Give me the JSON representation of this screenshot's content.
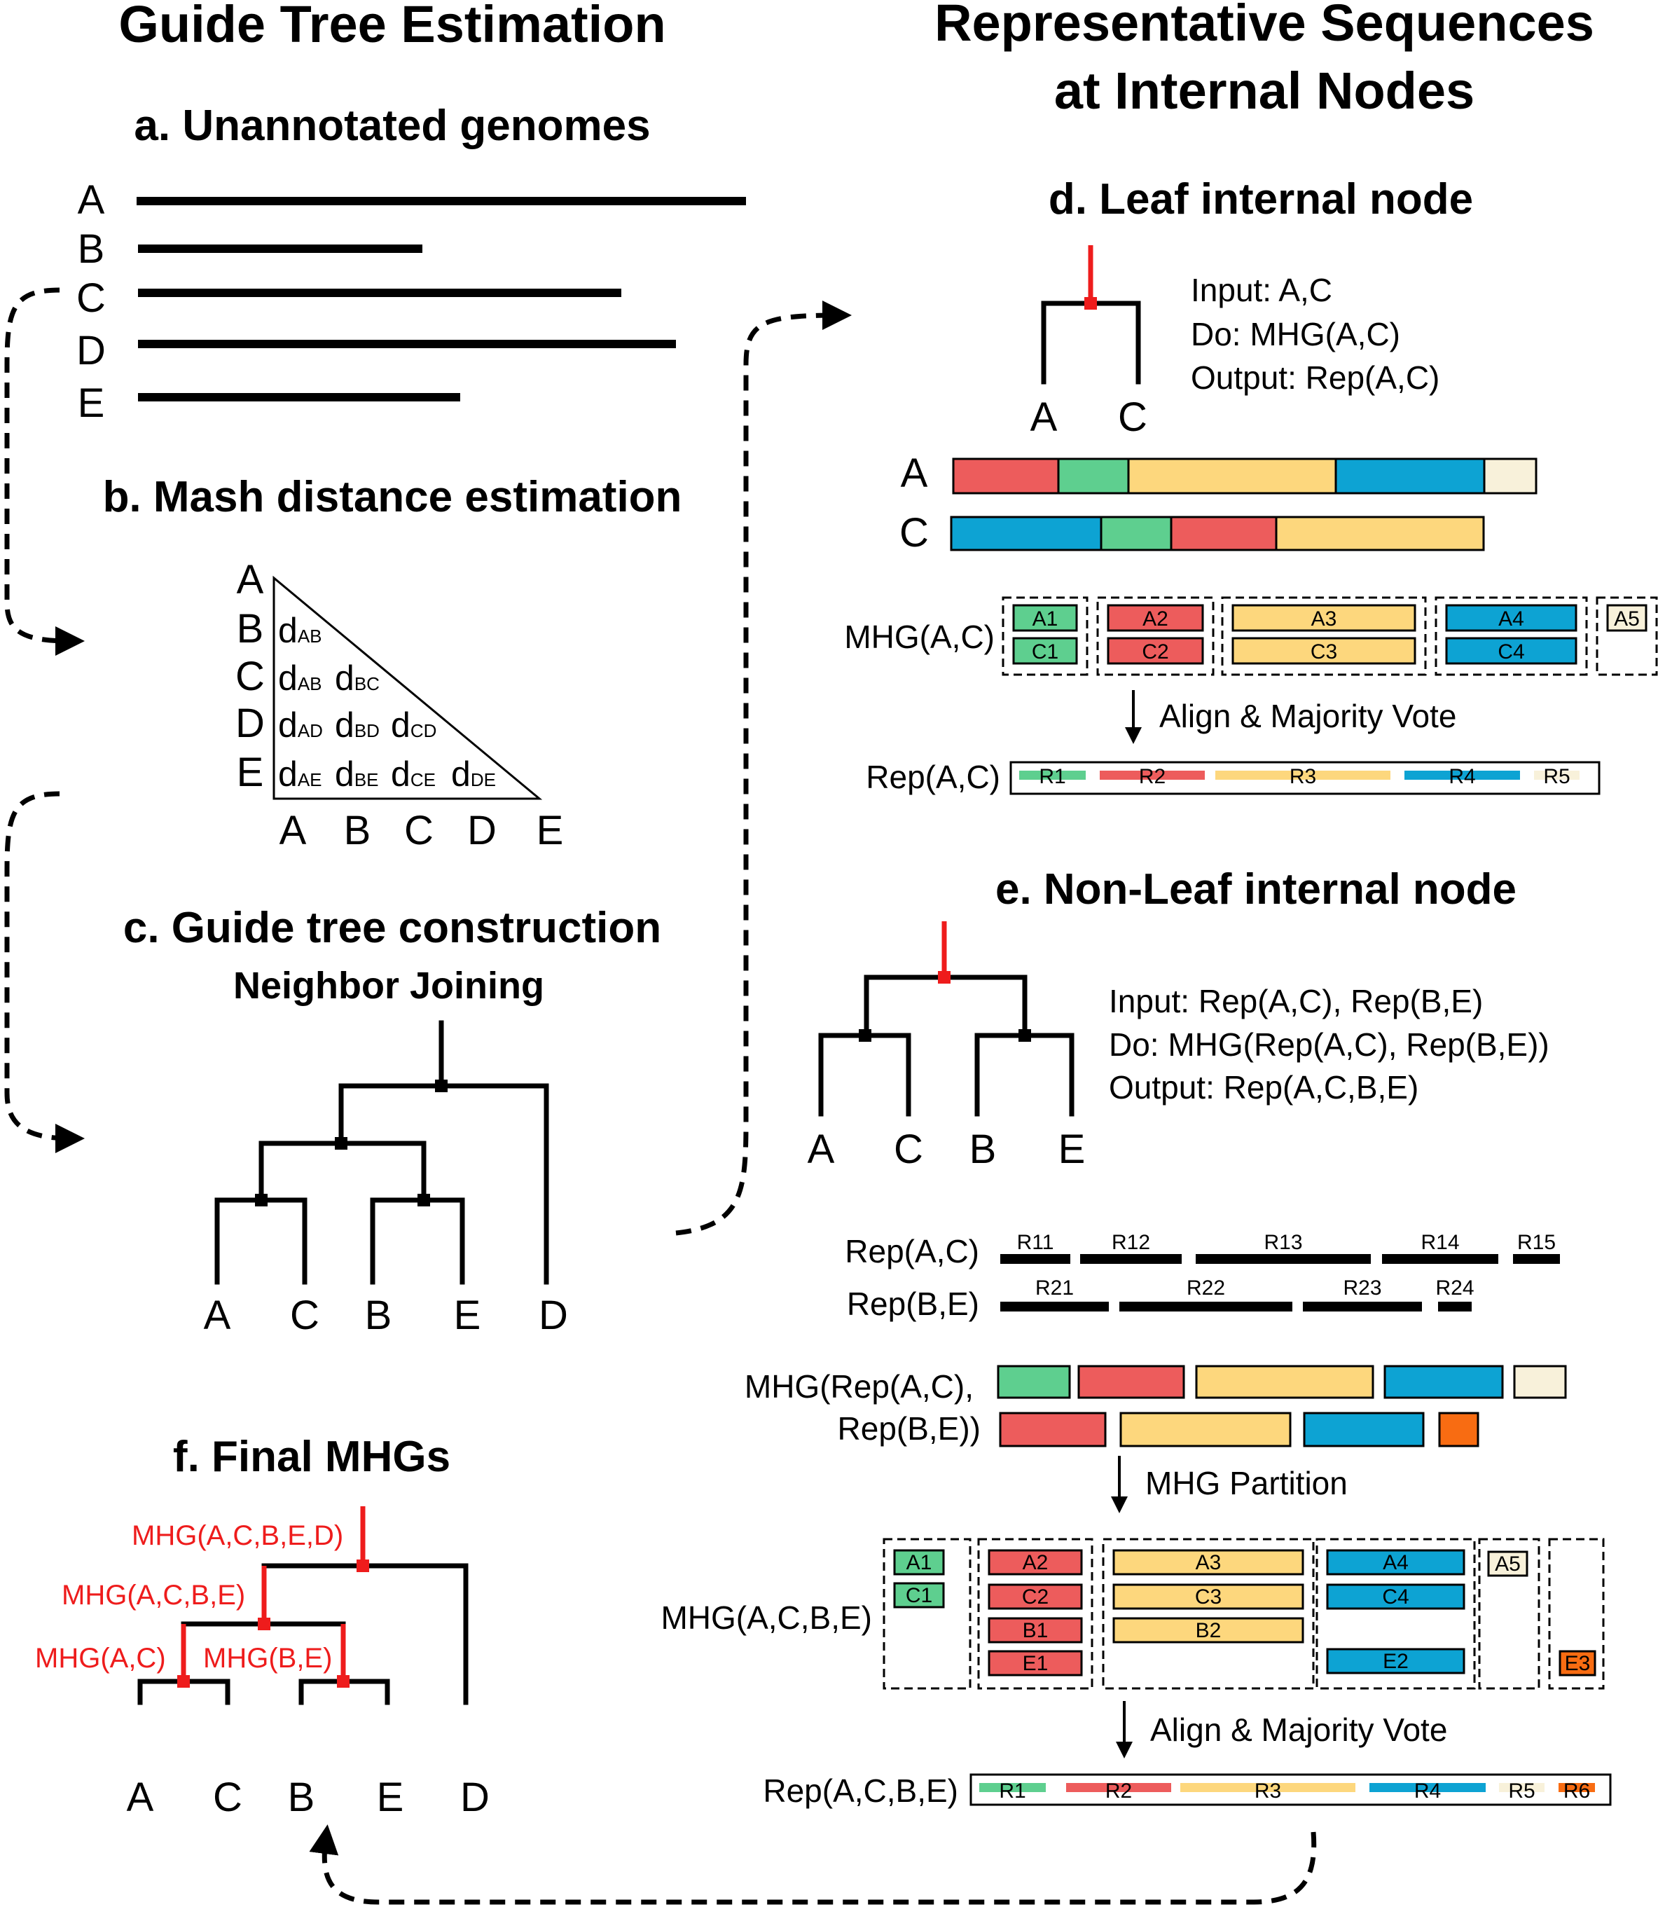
{
  "titles": {
    "left": "Guide Tree Estimation",
    "right_line1": "Representative Sequences",
    "right_line2": "at Internal Nodes"
  },
  "colors": {
    "green": "#5ecf8f",
    "red": "#ed5c5c",
    "yellow": "#fdd77d",
    "blue": "#0da3d3",
    "cream": "#f8f1da",
    "orange": "#f86c12",
    "highlight": "#ee1c1c"
  },
  "panel_a": {
    "title": "a. Unannotated genomes",
    "genomes": [
      "A",
      "B",
      "C",
      "D",
      "E"
    ]
  },
  "panel_b": {
    "title": "b. Mash distance estimation",
    "rows": [
      "A",
      "B",
      "C",
      "D",
      "E"
    ],
    "cols": [
      "A",
      "B",
      "C",
      "D",
      "E"
    ],
    "cells": [
      [
        [
          "d",
          "AB"
        ]
      ],
      [
        [
          "d",
          "AB"
        ],
        [
          "d",
          "BC"
        ]
      ],
      [
        [
          "d",
          "AD"
        ],
        [
          "d",
          "BD"
        ],
        [
          "d",
          "CD"
        ]
      ],
      [
        [
          "d",
          "AE"
        ],
        [
          "d",
          "BE"
        ],
        [
          "d",
          "CE"
        ],
        [
          "d",
          "DE"
        ]
      ]
    ]
  },
  "panel_c": {
    "title": "c. Guide tree construction",
    "subtitle": "Neighbor Joining",
    "leaves": [
      "A",
      "C",
      "B",
      "E",
      "D"
    ]
  },
  "panel_d": {
    "title": "d. Leaf internal node",
    "leaves": [
      "A",
      "C"
    ],
    "info": [
      "Input: A,C",
      "Do: MHG(A,C)",
      "Output: Rep(A,C)"
    ],
    "seq_labels": [
      "A",
      "C"
    ],
    "mhg_label": "MHG(A,C)",
    "groups": [
      [
        "A1",
        "C1"
      ],
      [
        "A2",
        "C2"
      ],
      [
        "A3",
        "C3"
      ],
      [
        "A4",
        "C4"
      ],
      [
        "A5"
      ]
    ],
    "step": "Align & Majority Vote",
    "rep_label": "Rep(A,C)",
    "rep_segments": [
      "R1",
      "R2",
      "R3",
      "R4",
      "R5"
    ]
  },
  "panel_e": {
    "title": "e. Non-Leaf internal node",
    "leaves": [
      "A",
      "C",
      "B",
      "E"
    ],
    "info": [
      "Input: Rep(A,C), Rep(B,E)",
      "Do: MHG(Rep(A,C), Rep(B,E))",
      "Output: Rep(A,C,B,E)"
    ],
    "rep1_label": "Rep(A,C)",
    "rep1_segments": [
      "R11",
      "R12",
      "R13",
      "R14",
      "R15"
    ],
    "rep2_label": "Rep(B,E)",
    "rep2_segments": [
      "R21",
      "R22",
      "R23",
      "R24"
    ],
    "mhg_label_line1": "MHG(Rep(A,C),",
    "mhg_label_line2": "Rep(B,E))",
    "step1": "MHG Partition",
    "partition_label": "MHG(A,C,B,E)",
    "groups": [
      [
        "A1",
        "C1"
      ],
      [
        "A2",
        "C2",
        "B1",
        "E1"
      ],
      [
        "A3",
        "C3",
        "B2"
      ],
      [
        "A4",
        "C4",
        "E2"
      ],
      [
        "A5"
      ],
      [
        "E3"
      ]
    ],
    "step2": "Align & Majority Vote",
    "rep_label": "Rep(A,C,B,E)",
    "rep_segments": [
      "R1",
      "R2",
      "R3",
      "R4",
      "R5",
      "R6"
    ]
  },
  "panel_f": {
    "title": "f. Final MHGs",
    "labels": [
      "MHG(A,C,B,E,D)",
      "MHG(A,C,B,E)",
      "MHG(A,C)",
      "MHG(B,E)"
    ],
    "leaves": [
      "A",
      "C",
      "B",
      "E",
      "D"
    ]
  }
}
